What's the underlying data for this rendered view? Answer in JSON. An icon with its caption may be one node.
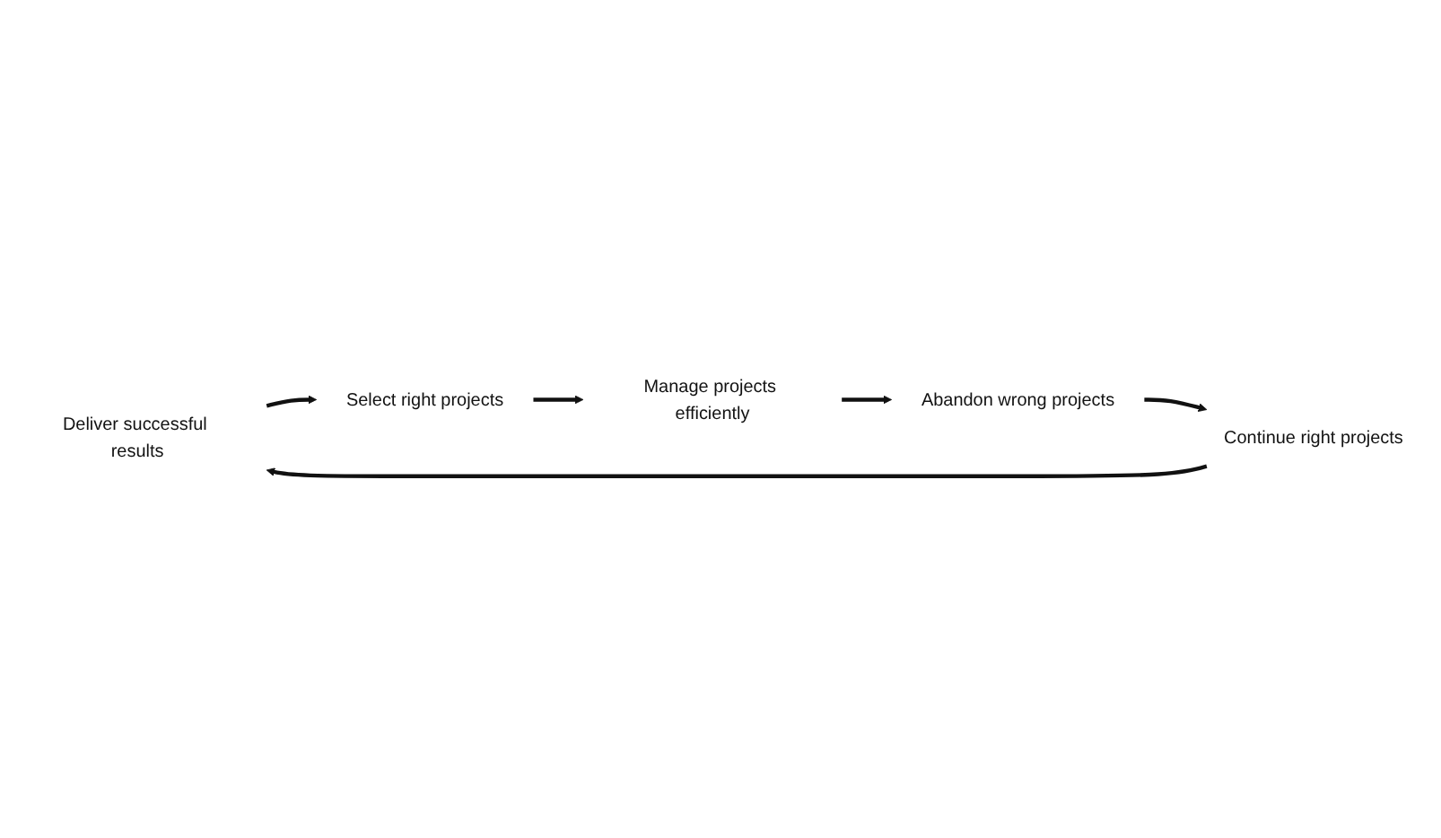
{
  "diagram": {
    "nodes": [
      {
        "text": [
          "Deliver successful results"
        ]
      },
      {
        "text": [
          "Select right projects"
        ]
      },
      {
        "text": [
          "Manage projects efficiently"
        ]
      },
      {
        "text": [
          "Abandon wrong projects"
        ]
      },
      {
        "text": [
          "Continue right projects"
        ]
      }
    ],
    "edges": [
      {
        "from": 0,
        "to": 1,
        "arrow": "to"
      },
      {
        "from": 1,
        "to": 2,
        "arrow": "to"
      },
      {
        "from": 2,
        "to": 3,
        "arrow": "to"
      },
      {
        "from": 3,
        "to": 4,
        "arrow": "to"
      },
      {
        "from": 4,
        "to": 0,
        "arrow": "to"
      }
    ]
  }
}
